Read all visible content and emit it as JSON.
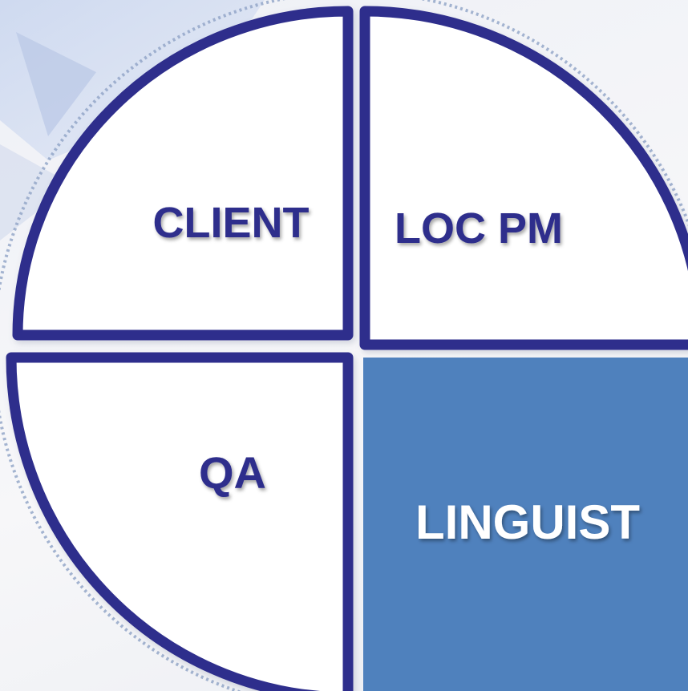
{
  "colors": {
    "outline": "#2e2f8c",
    "quadrant_fill": "#ffffff",
    "highlight_fill": "#4f81bd",
    "label_text": "#2e2f8c",
    "highlight_text": "#ffffff",
    "dotted_ring": "#8fa3c6"
  },
  "quadrants": {
    "top_left": {
      "label": "CLIENT"
    },
    "top_right": {
      "label": "LOC PM"
    },
    "bottom_left": {
      "label": "QA"
    },
    "bottom_right": {
      "label": "LINGUIST",
      "highlighted": true
    }
  }
}
